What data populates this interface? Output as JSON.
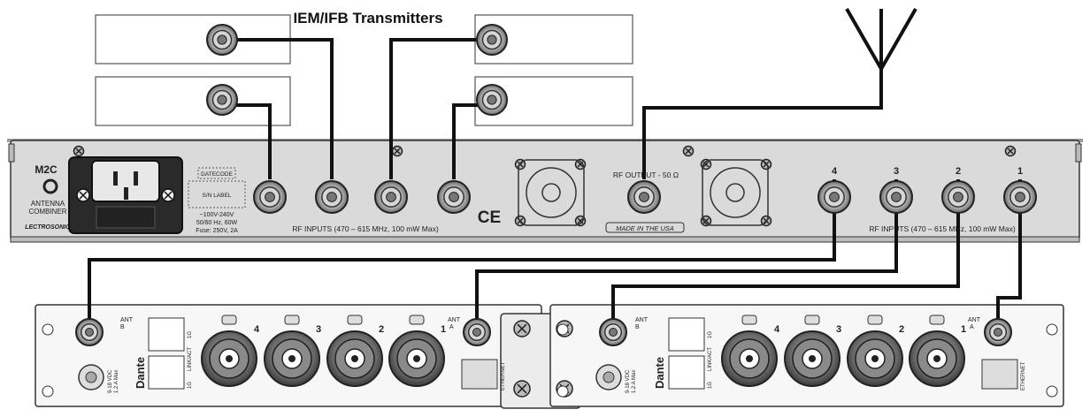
{
  "title": "IEM/IFB Transmitters",
  "combiner": {
    "model": "M2C",
    "name_line1": "ANTENNA",
    "name_line2": "COMBINER",
    "brand": "LECTROSONICS",
    "datecode": "DATECODE",
    "sn_label": "S/N LABEL",
    "power_line1": "~100V-240V",
    "power_line2": "50/60 Hz, 60W",
    "power_line3": "Fuse: 250V, 2A",
    "rf_inputs_label": "RF INPUTS (470 – 615 MHz, 100 mW Max)",
    "rf_output_label": "RF OUTPUT - 50 Ω",
    "made_in": "MADE IN THE USA",
    "ce": "CE",
    "input_numbers": [
      "4",
      "3",
      "2",
      "1"
    ]
  },
  "receiver": {
    "ant_b": "ANT",
    "ant_b_sub": "B",
    "ant_a": "ANT",
    "ant_a_sub": "A",
    "dante": "Dante",
    "ethernet": "ETHERNET",
    "link": "LINK/ACT",
    "port_1g": "1G",
    "dc": "9-18 VDC",
    "dc_sub": "1.2 A Max",
    "channels": [
      "4",
      "3",
      "2",
      "1"
    ]
  },
  "colors": {
    "cable": "#111111",
    "panel": "#d9d9d9",
    "panel_stroke": "#333333"
  }
}
